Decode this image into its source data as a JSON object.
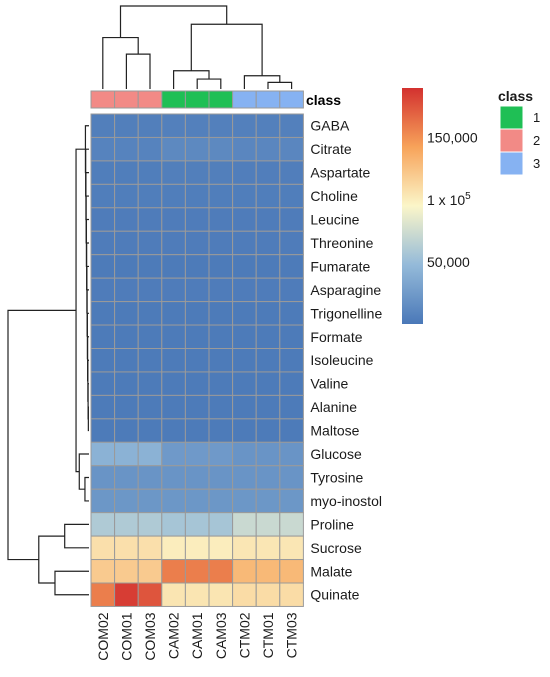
{
  "chart_data": {
    "type": "heatmap",
    "columns": [
      "COM02",
      "COM01",
      "COM03",
      "CAM02",
      "CAM01",
      "CAM03",
      "CTM02",
      "CTM01",
      "CTM03"
    ],
    "column_class": [
      2,
      2,
      2,
      1,
      1,
      1,
      3,
      3,
      3
    ],
    "rows": [
      "GABA",
      "Citrate",
      "Aspartate",
      "Choline",
      "Leucine",
      "Threonine",
      "Fumarate",
      "Asparagine",
      "Trigonelline",
      "Formate",
      "Isoleucine",
      "Valine",
      "Alanine",
      "Maltose",
      "Glucose",
      "Tyrosine",
      "myo-inostol",
      "Proline",
      "Sucrose",
      "Malate",
      "Quinate"
    ],
    "values": [
      [
        5000,
        5000,
        5000,
        6000,
        6000,
        6000,
        5500,
        5500,
        5500
      ],
      [
        8000,
        8000,
        8000,
        12000,
        12000,
        12000,
        10000,
        10000,
        10000
      ],
      [
        4000,
        4000,
        4000,
        5000,
        5000,
        5000,
        4500,
        4500,
        4500
      ],
      [
        4000,
        4000,
        4000,
        4000,
        4000,
        4000,
        4000,
        4000,
        4000
      ],
      [
        3000,
        3000,
        3000,
        3000,
        3000,
        3000,
        3000,
        3000,
        3000
      ],
      [
        3000,
        3000,
        3000,
        3000,
        3000,
        3000,
        3000,
        3000,
        3000
      ],
      [
        2000,
        2000,
        2000,
        2000,
        2000,
        2000,
        2000,
        2000,
        2000
      ],
      [
        3000,
        3000,
        3000,
        3000,
        3000,
        3000,
        3000,
        3000,
        3000
      ],
      [
        2000,
        2000,
        2000,
        2000,
        2000,
        2000,
        2000,
        2000,
        2000
      ],
      [
        2000,
        2000,
        2000,
        2000,
        2000,
        2000,
        2000,
        2000,
        2000
      ],
      [
        2000,
        2000,
        2000,
        2000,
        2000,
        2000,
        2000,
        2000,
        2000
      ],
      [
        2000,
        2000,
        2000,
        2000,
        2000,
        2000,
        2000,
        2000,
        2000
      ],
      [
        2000,
        2000,
        2000,
        2000,
        2000,
        2000,
        2000,
        2000,
        2000
      ],
      [
        2000,
        2000,
        2000,
        2000,
        2000,
        2000,
        2000,
        2000,
        2000
      ],
      [
        42000,
        42000,
        42000,
        24000,
        24000,
        24000,
        20000,
        20000,
        20000
      ],
      [
        20000,
        20000,
        20000,
        20000,
        20000,
        20000,
        20000,
        20000,
        20000
      ],
      [
        22000,
        22000,
        22000,
        22000,
        22000,
        22000,
        22000,
        22000,
        22000
      ],
      [
        60000,
        60000,
        60000,
        56000,
        56000,
        56000,
        72000,
        72000,
        72000
      ],
      [
        108000,
        108000,
        108000,
        100000,
        100000,
        100000,
        104000,
        104000,
        104000
      ],
      [
        120000,
        120000,
        120000,
        158000,
        158000,
        158000,
        130000,
        130000,
        130000
      ],
      [
        158000,
        185000,
        175000,
        105000,
        105000,
        105000,
        110000,
        110000,
        110000
      ]
    ],
    "annotation_label": "class",
    "legend": {
      "title": "class",
      "entries": [
        {
          "label": "1",
          "color": "#1fbf55"
        },
        {
          "label": "2",
          "color": "#f28a86"
        },
        {
          "label": "3",
          "color": "#86b2f2"
        }
      ]
    },
    "colorbar": {
      "range": [
        0,
        190000
      ],
      "ticks": [
        {
          "value": 150000,
          "label": "150,000"
        },
        {
          "value": 100000,
          "label": "1 x 10",
          "sup": "5"
        },
        {
          "value": 50000,
          "label": "50,000"
        }
      ],
      "colors": [
        "#4a78b8",
        "#94bad9",
        "#fbf6c9",
        "#f7a35a",
        "#d3312f"
      ]
    },
    "grid": true,
    "legend_position": "right"
  }
}
